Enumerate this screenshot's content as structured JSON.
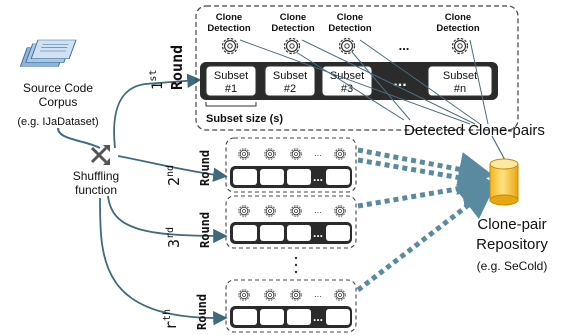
{
  "corpus": {
    "line1": "Source Code",
    "line2": "Corpus",
    "example": "(e.g. IJaDataset)"
  },
  "shuffle": {
    "line1": "Shuffling",
    "line2": "function"
  },
  "rounds": [
    {
      "num": "1",
      "sup": "st",
      "word": "Round"
    },
    {
      "num": "2",
      "sup": "nd",
      "word": "Round"
    },
    {
      "num": "3",
      "sup": "rd",
      "word": "Round"
    },
    {
      "num": "r",
      "sup": "th",
      "word": "Round"
    }
  ],
  "clone_detection": {
    "line1": "Clone",
    "line2": "Detection"
  },
  "subsets": [
    {
      "line1": "Subset",
      "line2": "#1"
    },
    {
      "line1": "Subset",
      "line2": "#2"
    },
    {
      "line1": "Subset",
      "line2": "#3"
    },
    {
      "line1": "Subset",
      "line2": "#n"
    }
  ],
  "ellipsis": "...",
  "ellipsis_small": "···",
  "subset_size": "Subset size (s)",
  "detected": "Detected Clone-pairs",
  "repository": {
    "line1": "Clone-pair",
    "line2": "Repository",
    "example": "(e.g. SeCold)"
  },
  "colors": {
    "dark": "#2b2b2b",
    "accent": "#4a6f80",
    "cylinder": "#f6cd3c"
  }
}
